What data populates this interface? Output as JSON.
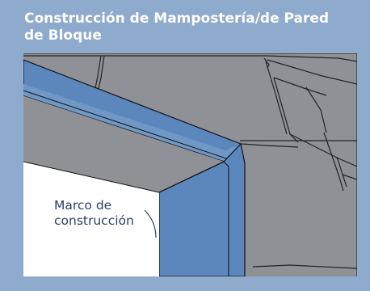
{
  "title": {
    "line1": "Construcción de Mampostería/de Pared",
    "line2": "de Bloque"
  },
  "illustration": {
    "label": {
      "line1": "Marco de",
      "line2": "construcción"
    }
  },
  "colors": {
    "background": "#8eaacc",
    "block_wall": "#8f9196",
    "frame": "#5b87bc",
    "opening": "#ffffff",
    "outline": "#111111"
  }
}
